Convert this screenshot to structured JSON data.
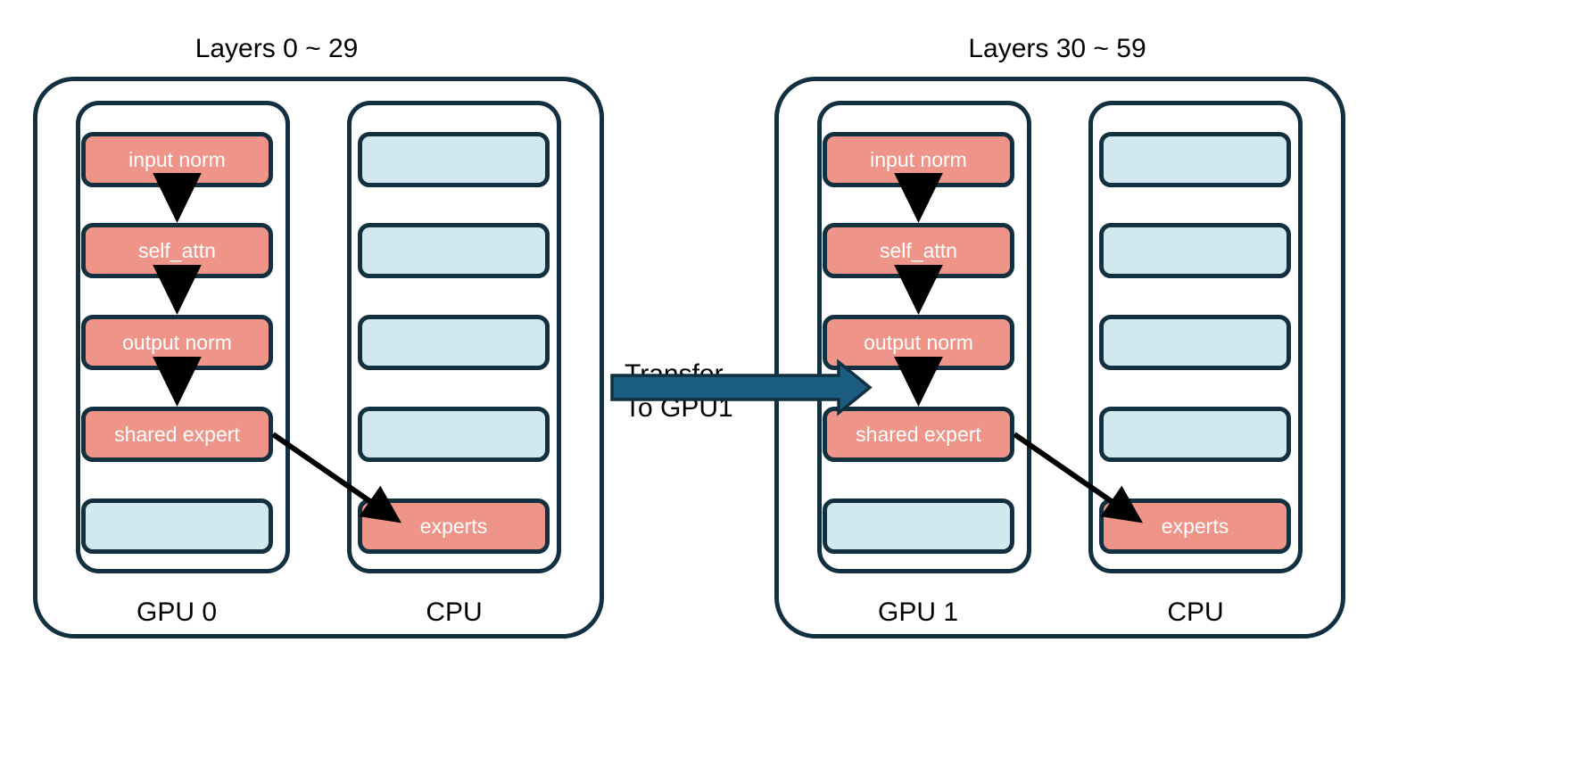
{
  "diagram": {
    "type": "architecture-flow",
    "background": "#ffffff",
    "colors": {
      "stroke": "#12303F",
      "active_block": "#EE9488",
      "idle_block": "#D2E8EF",
      "transfer_arrow": "#1C5E82",
      "flow_arrow": "#000000",
      "text_on_block": "#ffffff",
      "text": "#000000"
    }
  },
  "panels": [
    {
      "title": "Layers 0 ~ 29",
      "gpu": {
        "footer": "GPU 0",
        "blocks": [
          {
            "label": "input norm",
            "state": "active"
          },
          {
            "label": "self_attn",
            "state": "active"
          },
          {
            "label": "output norm",
            "state": "active"
          },
          {
            "label": "shared expert",
            "state": "active"
          },
          {
            "label": "",
            "state": "idle"
          }
        ]
      },
      "cpu": {
        "footer": "CPU",
        "blocks": [
          {
            "label": "",
            "state": "idle"
          },
          {
            "label": "",
            "state": "idle"
          },
          {
            "label": "",
            "state": "idle"
          },
          {
            "label": "",
            "state": "idle"
          },
          {
            "label": "experts",
            "state": "active"
          }
        ]
      }
    },
    {
      "title": "Layers 30 ~ 59",
      "gpu": {
        "footer": "GPU 1",
        "blocks": [
          {
            "label": "input norm",
            "state": "active"
          },
          {
            "label": "self_attn",
            "state": "active"
          },
          {
            "label": "output norm",
            "state": "active"
          },
          {
            "label": "shared expert",
            "state": "active"
          },
          {
            "label": "",
            "state": "idle"
          }
        ]
      },
      "cpu": {
        "footer": "CPU",
        "blocks": [
          {
            "label": "",
            "state": "idle"
          },
          {
            "label": "",
            "state": "idle"
          },
          {
            "label": "",
            "state": "idle"
          },
          {
            "label": "",
            "state": "idle"
          },
          {
            "label": "experts",
            "state": "active"
          }
        ]
      }
    }
  ],
  "transfer": {
    "line1": "Transfer",
    "line2": "To GPU1"
  }
}
